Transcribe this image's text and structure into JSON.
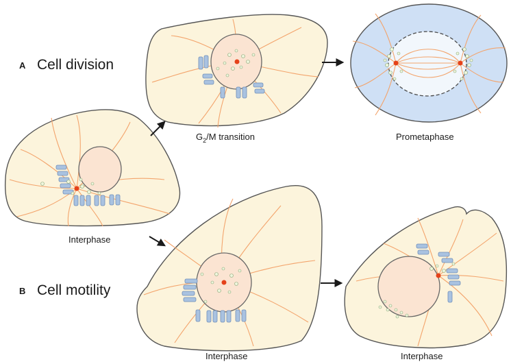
{
  "panels": [
    {
      "letter": "A",
      "title": "Cell division"
    },
    {
      "letter": "B",
      "title": "Cell motility"
    }
  ],
  "cells": [
    {
      "id": "interphase-start",
      "label": "Interphase"
    },
    {
      "id": "g2m",
      "label_prefix": "G",
      "label_sub": "2",
      "label_suffix": "/M transition"
    },
    {
      "id": "prometaphase",
      "label": "Prometaphase"
    },
    {
      "id": "interphase-motility-1",
      "label": "Interphase"
    },
    {
      "id": "interphase-motility-2",
      "label": "Interphase"
    }
  ],
  "colors": {
    "cytoplasm": "#fcf4dc",
    "nucleus": "#fbe4d2",
    "microtubule": "#f3a46c",
    "golgi": "#a9c2e0",
    "centrosome": "#e5421a",
    "mitotic_cytoplasm": "#cfe0f5"
  }
}
